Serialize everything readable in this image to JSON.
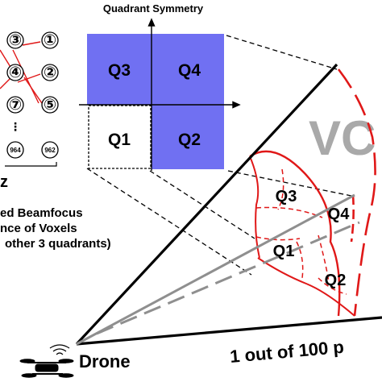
{
  "figure": {
    "quadrant_panel": {
      "title": "Quadrant Symmetry",
      "labels": {
        "q1": "Q1",
        "q2": "Q2",
        "q3": "Q3",
        "q4": "Q4"
      }
    },
    "voxel_list": {
      "nodes": [
        "③",
        "①",
        "④",
        "②",
        "⑦",
        "⑤",
        "⋮",
        "964",
        "962"
      ],
      "marker": "z"
    },
    "caption": {
      "line1": "ed Beamfocus",
      "line2": "nce of Voxels",
      "line3": "other 3 quadrants)"
    },
    "beam": {
      "quadrant_labels": {
        "q1": "Q1",
        "q2": "Q2",
        "q3": "Q3",
        "q4": "Q4"
      },
      "voxel_text": "VC",
      "footer": "1 out of 100 p",
      "source_label": "Drone"
    },
    "colors": {
      "accent_blue": "#7070f2",
      "beam_red": "#e01818",
      "voxel_gray": "#a9a9a9",
      "line_black": "#000000"
    }
  }
}
